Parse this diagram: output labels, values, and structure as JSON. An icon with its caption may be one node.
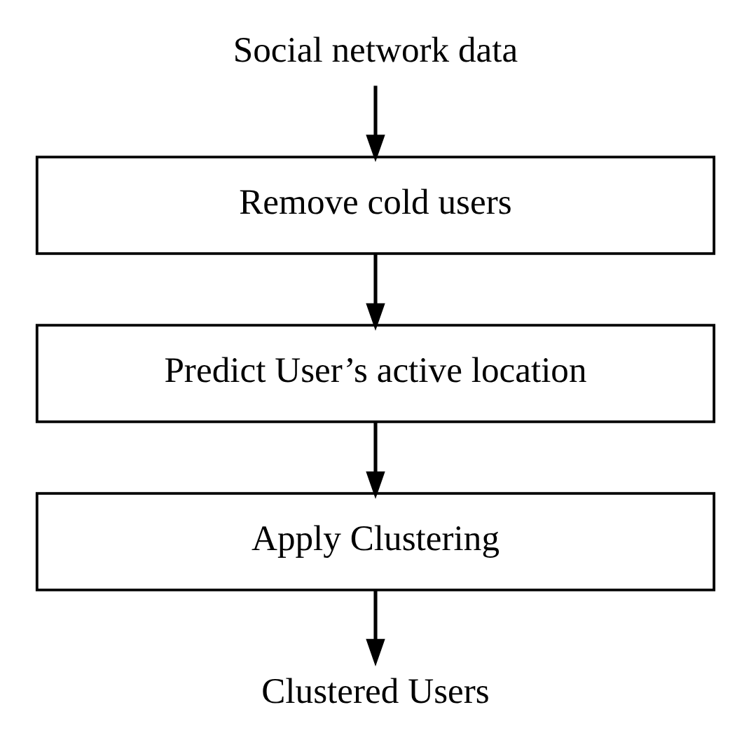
{
  "diagram": {
    "nodes": [
      {
        "text": [
          "Social network data"
        ]
      },
      {
        "text": [
          "Remove cold users"
        ]
      },
      {
        "text": [
          "Predict User’s active location"
        ]
      },
      {
        "text": [
          "Apply Clustering"
        ]
      },
      {
        "text": [
          "Clustered Users"
        ]
      }
    ],
    "edges": [
      {
        "from": 0,
        "to": 1,
        "arrow": "to"
      },
      {
        "from": 1,
        "to": 2,
        "arrow": "to"
      },
      {
        "from": 2,
        "to": 3,
        "arrow": "to"
      },
      {
        "from": 3,
        "to": 4,
        "arrow": "to"
      }
    ]
  }
}
